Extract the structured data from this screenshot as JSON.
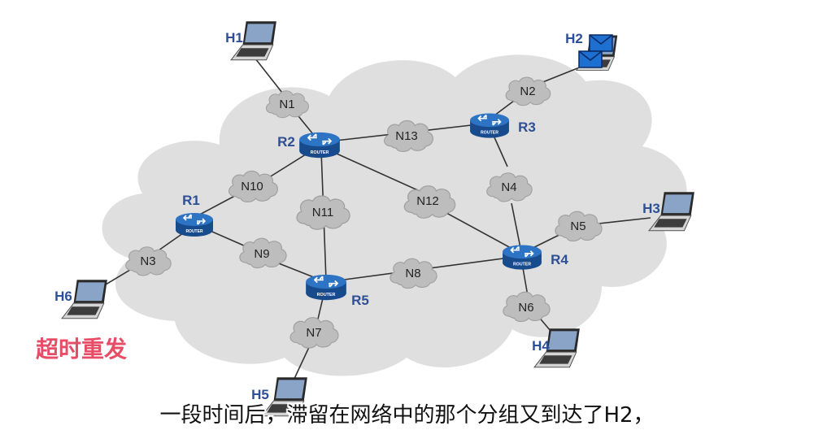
{
  "hosts": {
    "H1": "H1",
    "H2": "H2",
    "H3": "H3",
    "H4": "H4",
    "H5": "H5",
    "H6": "H6"
  },
  "routers": {
    "R1": "R1",
    "R2": "R2",
    "R3": "R3",
    "R4": "R4",
    "R5": "R5"
  },
  "router_device_text": "ROUTER",
  "networks": {
    "N1": "N1",
    "N2": "N2",
    "N3": "N3",
    "N4": "N4",
    "N5": "N5",
    "N6": "N6",
    "N7": "N7",
    "N8": "N8",
    "N9": "N9",
    "N10": "N10",
    "N11": "N11",
    "N12": "N12",
    "N13": "N13"
  },
  "overlay_text": "超时重发",
  "subtitle": "一段时间后，滞留在网络中的那个分组又到达了H2，",
  "colors": {
    "label": "#2d4f95",
    "overlay": "#e84d68",
    "cloud": "#d9d9d9",
    "router": "#1f5fae"
  }
}
